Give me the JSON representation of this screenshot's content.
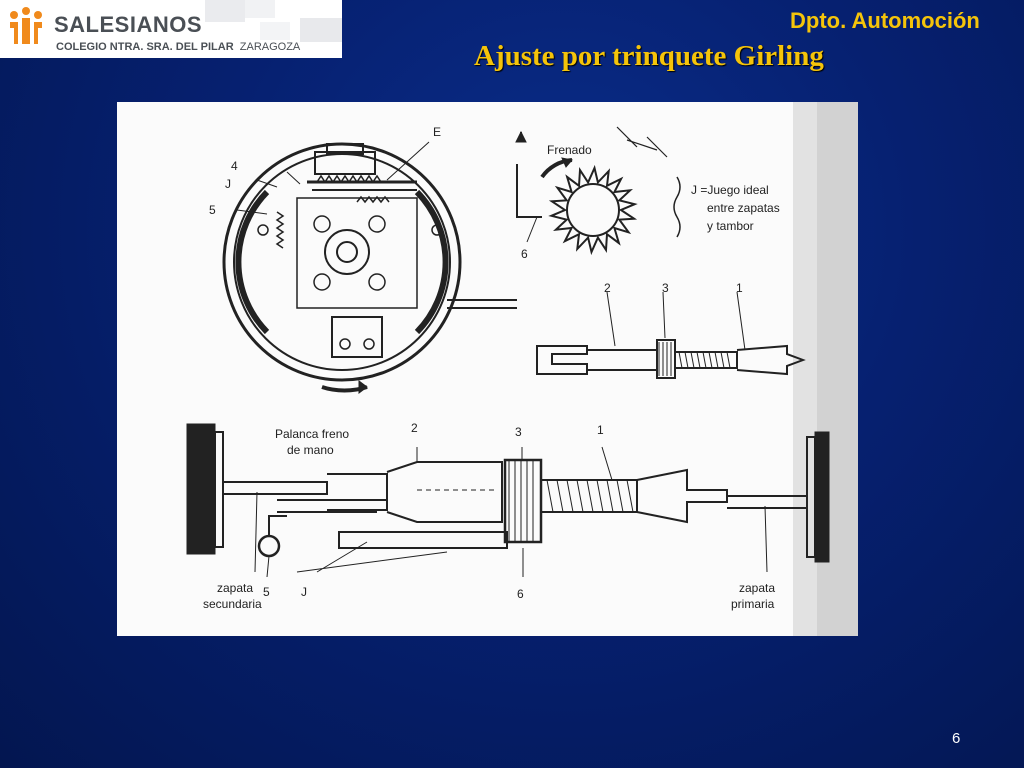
{
  "header": {
    "school_name": "SALESIANOS",
    "school_sub_bold": "COLEGIO NTRA. SRA. DEL PILAR",
    "school_sub_city": "ZARAGOZA",
    "department": "Dpto. Automoción"
  },
  "slide": {
    "title": "Ajuste por trinquete Girling",
    "page_number": "6"
  },
  "figure": {
    "labels": {
      "e": "E",
      "four": "4",
      "j_top": "J",
      "five_top": "5",
      "frenado": "Frenado",
      "j_legend_1": "J =Juego ideal",
      "j_legend_2": "entre zapatas",
      "j_legend_3": "y tambor",
      "six_top": "6",
      "two_top": "2",
      "three_top": "3",
      "one_top": "1",
      "palanca_1": "Palanca freno",
      "palanca_2": "de mano",
      "two_bottom": "2",
      "three_bottom": "3",
      "one_bottom": "1",
      "zapata_sec_1": "zapata",
      "zapata_sec_2": "secundaria",
      "five_bottom": "5",
      "j_bottom": "J",
      "six_bottom": "6",
      "zapata_pri_1": "zapata",
      "zapata_pri_2": "primaria"
    }
  },
  "colors": {
    "title": "#f5c40a",
    "background": "#062070",
    "logo_orange": "#f08a1c"
  }
}
